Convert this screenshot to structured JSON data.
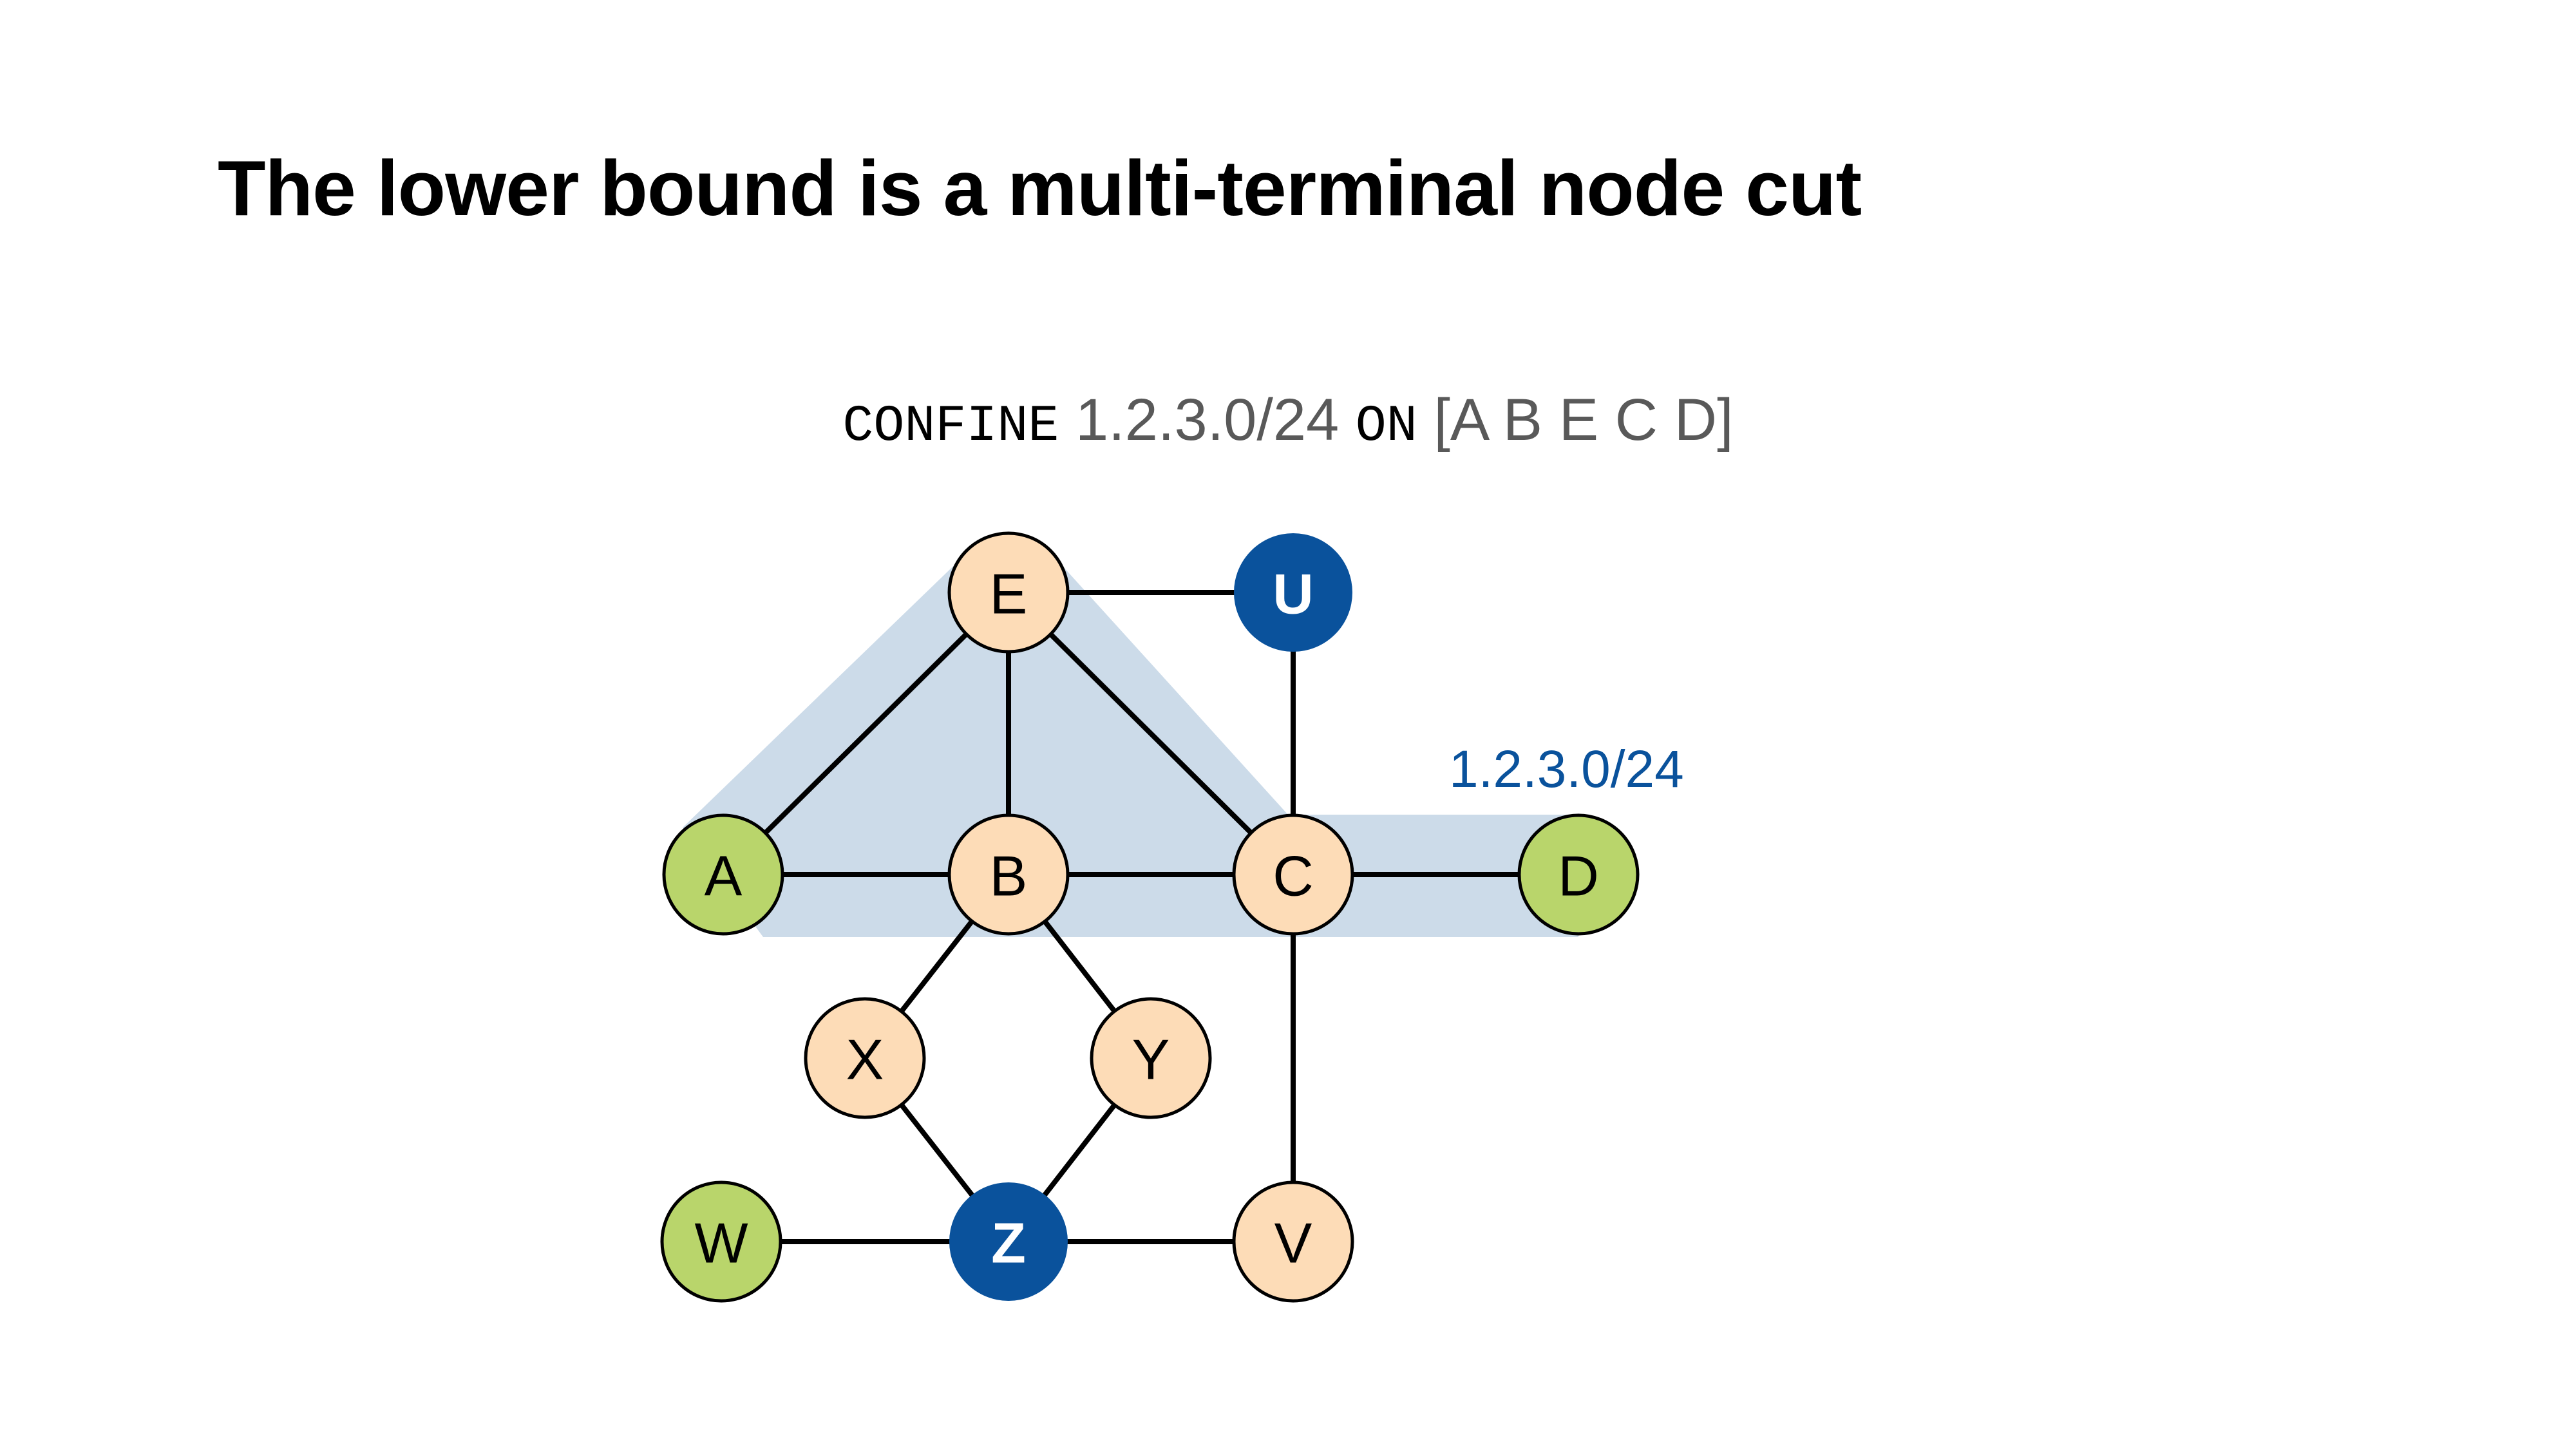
{
  "title": "The lower bound is a multi-terminal node cut",
  "command": {
    "keyword_confine": "CONFINE",
    "prefix": "1.2.3.0/24",
    "keyword_on": "ON",
    "node_list": "[A B E C D]"
  },
  "colors": {
    "terminal_green": "#b9d56b",
    "router_peach": "#fddcb7",
    "source_blue": "#0a529c",
    "cut_highlight": "#ccdbe9",
    "edge": "#000000",
    "prefix_label": "#0a529c"
  },
  "graph": {
    "prefix_label": "1.2.3.0/24",
    "prefix_attached_to": "D",
    "highlighted_path_nodes": [
      "A",
      "B",
      "E",
      "C",
      "D"
    ],
    "nodes": [
      {
        "id": "E",
        "label": "E",
        "kind": "router"
      },
      {
        "id": "U",
        "label": "U",
        "kind": "source"
      },
      {
        "id": "A",
        "label": "A",
        "kind": "terminal"
      },
      {
        "id": "B",
        "label": "B",
        "kind": "router"
      },
      {
        "id": "C",
        "label": "C",
        "kind": "router"
      },
      {
        "id": "D",
        "label": "D",
        "kind": "terminal"
      },
      {
        "id": "X",
        "label": "X",
        "kind": "router"
      },
      {
        "id": "Y",
        "label": "Y",
        "kind": "router"
      },
      {
        "id": "W",
        "label": "W",
        "kind": "terminal"
      },
      {
        "id": "Z",
        "label": "Z",
        "kind": "source"
      },
      {
        "id": "V",
        "label": "V",
        "kind": "router"
      }
    ],
    "edges": [
      [
        "E",
        "U"
      ],
      [
        "E",
        "A"
      ],
      [
        "E",
        "B"
      ],
      [
        "E",
        "C"
      ],
      [
        "U",
        "C"
      ],
      [
        "A",
        "B"
      ],
      [
        "B",
        "C"
      ],
      [
        "C",
        "D"
      ],
      [
        "B",
        "X"
      ],
      [
        "B",
        "Y"
      ],
      [
        "X",
        "Z"
      ],
      [
        "Y",
        "Z"
      ],
      [
        "C",
        "V"
      ],
      [
        "W",
        "Z"
      ],
      [
        "Z",
        "V"
      ]
    ]
  }
}
